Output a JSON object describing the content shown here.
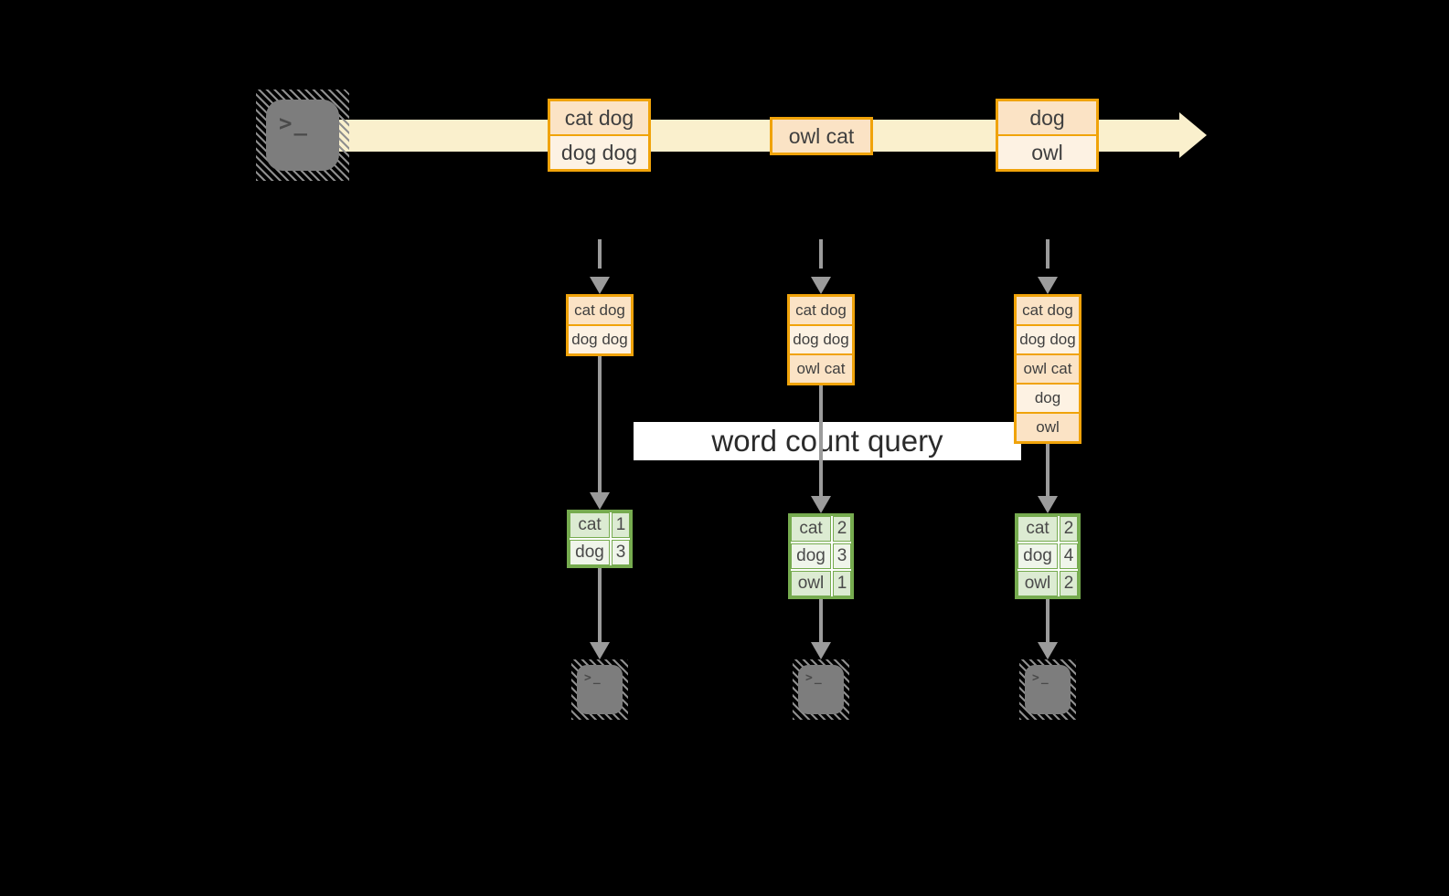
{
  "colors": {
    "canvas-bg": "#000000",
    "stream-band": "#faf0cd",
    "orange-border": "#f0a30a",
    "orange-fill-dark": "#fbe3c5",
    "orange-fill-light": "#fdf2e3",
    "green-border": "#76ab4f",
    "green-fill-dark": "#dcebd2",
    "green-fill-light": "#eff5ea",
    "arrow-gray": "#9b9b9b",
    "terminal-gray": "#7d7d7d"
  },
  "icons": {
    "terminal_prompt": ">_"
  },
  "query": {
    "label": "word count query"
  },
  "stream": {
    "batches": [
      {
        "records": [
          "cat dog",
          "dog dog"
        ]
      },
      {
        "records": [
          "owl cat"
        ]
      },
      {
        "records": [
          "dog",
          "owl"
        ]
      }
    ]
  },
  "columns": [
    {
      "inputs": [
        "cat dog",
        "dog dog"
      ],
      "counts": [
        {
          "word": "cat",
          "count": "1"
        },
        {
          "word": "dog",
          "count": "3"
        }
      ]
    },
    {
      "inputs": [
        "cat dog",
        "dog dog",
        "owl cat"
      ],
      "counts": [
        {
          "word": "cat",
          "count": "2"
        },
        {
          "word": "dog",
          "count": "3"
        },
        {
          "word": "owl",
          "count": "1"
        }
      ]
    },
    {
      "inputs": [
        "cat dog",
        "dog dog",
        "owl cat",
        "dog",
        "owl"
      ],
      "counts": [
        {
          "word": "cat",
          "count": "2"
        },
        {
          "word": "dog",
          "count": "4"
        },
        {
          "word": "owl",
          "count": "2"
        }
      ]
    }
  ]
}
